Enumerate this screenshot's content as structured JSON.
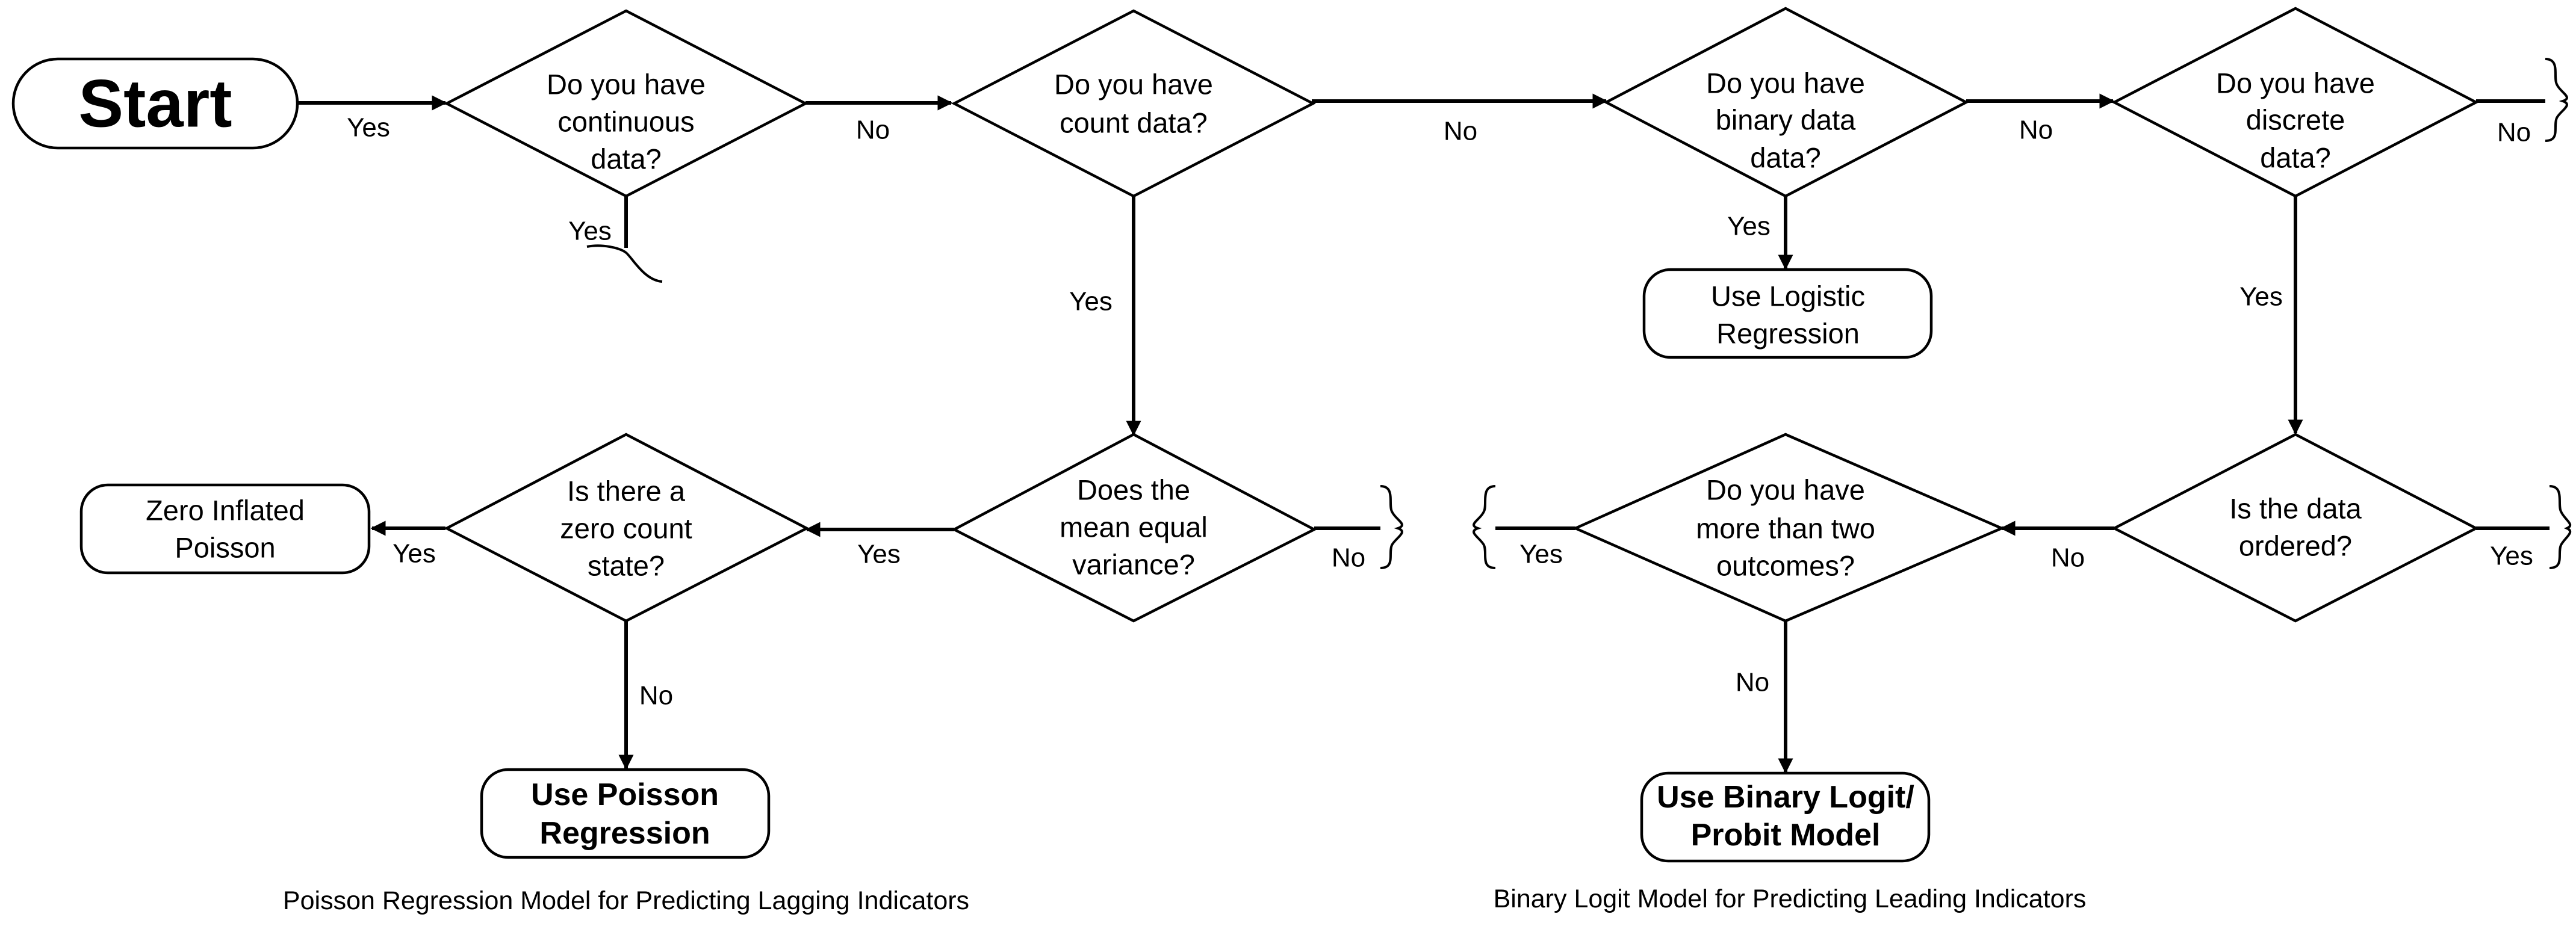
{
  "start": {
    "label": "Start"
  },
  "decisions": {
    "continuous": [
      "Do you have",
      "continuous",
      "data?"
    ],
    "count": [
      "Do you have",
      "count data?"
    ],
    "binary": [
      "Do you have",
      "binary data",
      "data?"
    ],
    "discrete": [
      "Do you have",
      "discrete",
      "data?"
    ],
    "mean_variance": [
      "Does the",
      "mean equal",
      "variance?"
    ],
    "zero_count": [
      "Is there a",
      "zero count",
      "state?"
    ],
    "ordered": [
      "Is the data",
      "ordered?"
    ],
    "two_outcomes": [
      "Do you have",
      "more than two",
      "outcomes?"
    ]
  },
  "terminals": {
    "zero_inflated": [
      "Zero Inflated",
      "Poisson"
    ],
    "logistic": [
      "Use Logistic",
      "Regression"
    ],
    "poisson": [
      "Use Poisson",
      "Regression"
    ],
    "binary_logit": [
      "Use Binary Logit/",
      "Probit Model"
    ]
  },
  "edge_labels": {
    "start_to_continuous": "Yes",
    "continuous_no": "No",
    "continuous_yes": "Yes",
    "count_no": "No",
    "count_yes": "Yes",
    "binary_no": "No",
    "binary_yes": "Yes",
    "discrete_no": "No",
    "discrete_yes": "Yes",
    "mean_yes": "Yes",
    "mean_no": "No",
    "zero_yes": "Yes",
    "zero_no": "No",
    "ordered_no": "No",
    "ordered_yes": "Yes",
    "two_yes": "Yes",
    "two_no": "No"
  },
  "captions": {
    "left": "Poisson Regression Model for Predicting Lagging Indicators",
    "right": "Binary Logit Model for Predicting Leading Indicators"
  }
}
